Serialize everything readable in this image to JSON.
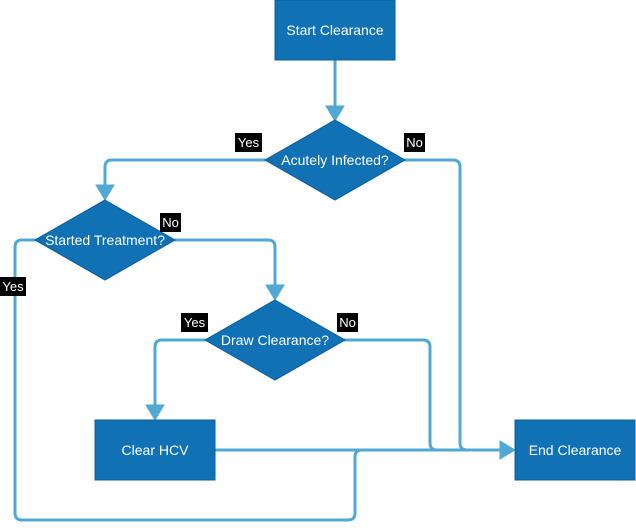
{
  "nodes": {
    "start_clearance": "Start Clearance",
    "acutely_infected": "Acutely Infected?",
    "started_treatment": "Started Treatment?",
    "draw_clearance": "Draw Clearance?",
    "clear_hcv": "Clear HCV",
    "end_clearance": "End Clearance"
  },
  "edge_labels": {
    "acutely_yes": "Yes",
    "acutely_no": "No",
    "treatment_no": "No",
    "treatment_yes": "Yes",
    "draw_yes": "Yes",
    "draw_no": "No"
  },
  "colors": {
    "node_fill": "#1071b4",
    "edge": "#52a8d4",
    "label_bg": "#000000",
    "text": "#ffffff"
  }
}
